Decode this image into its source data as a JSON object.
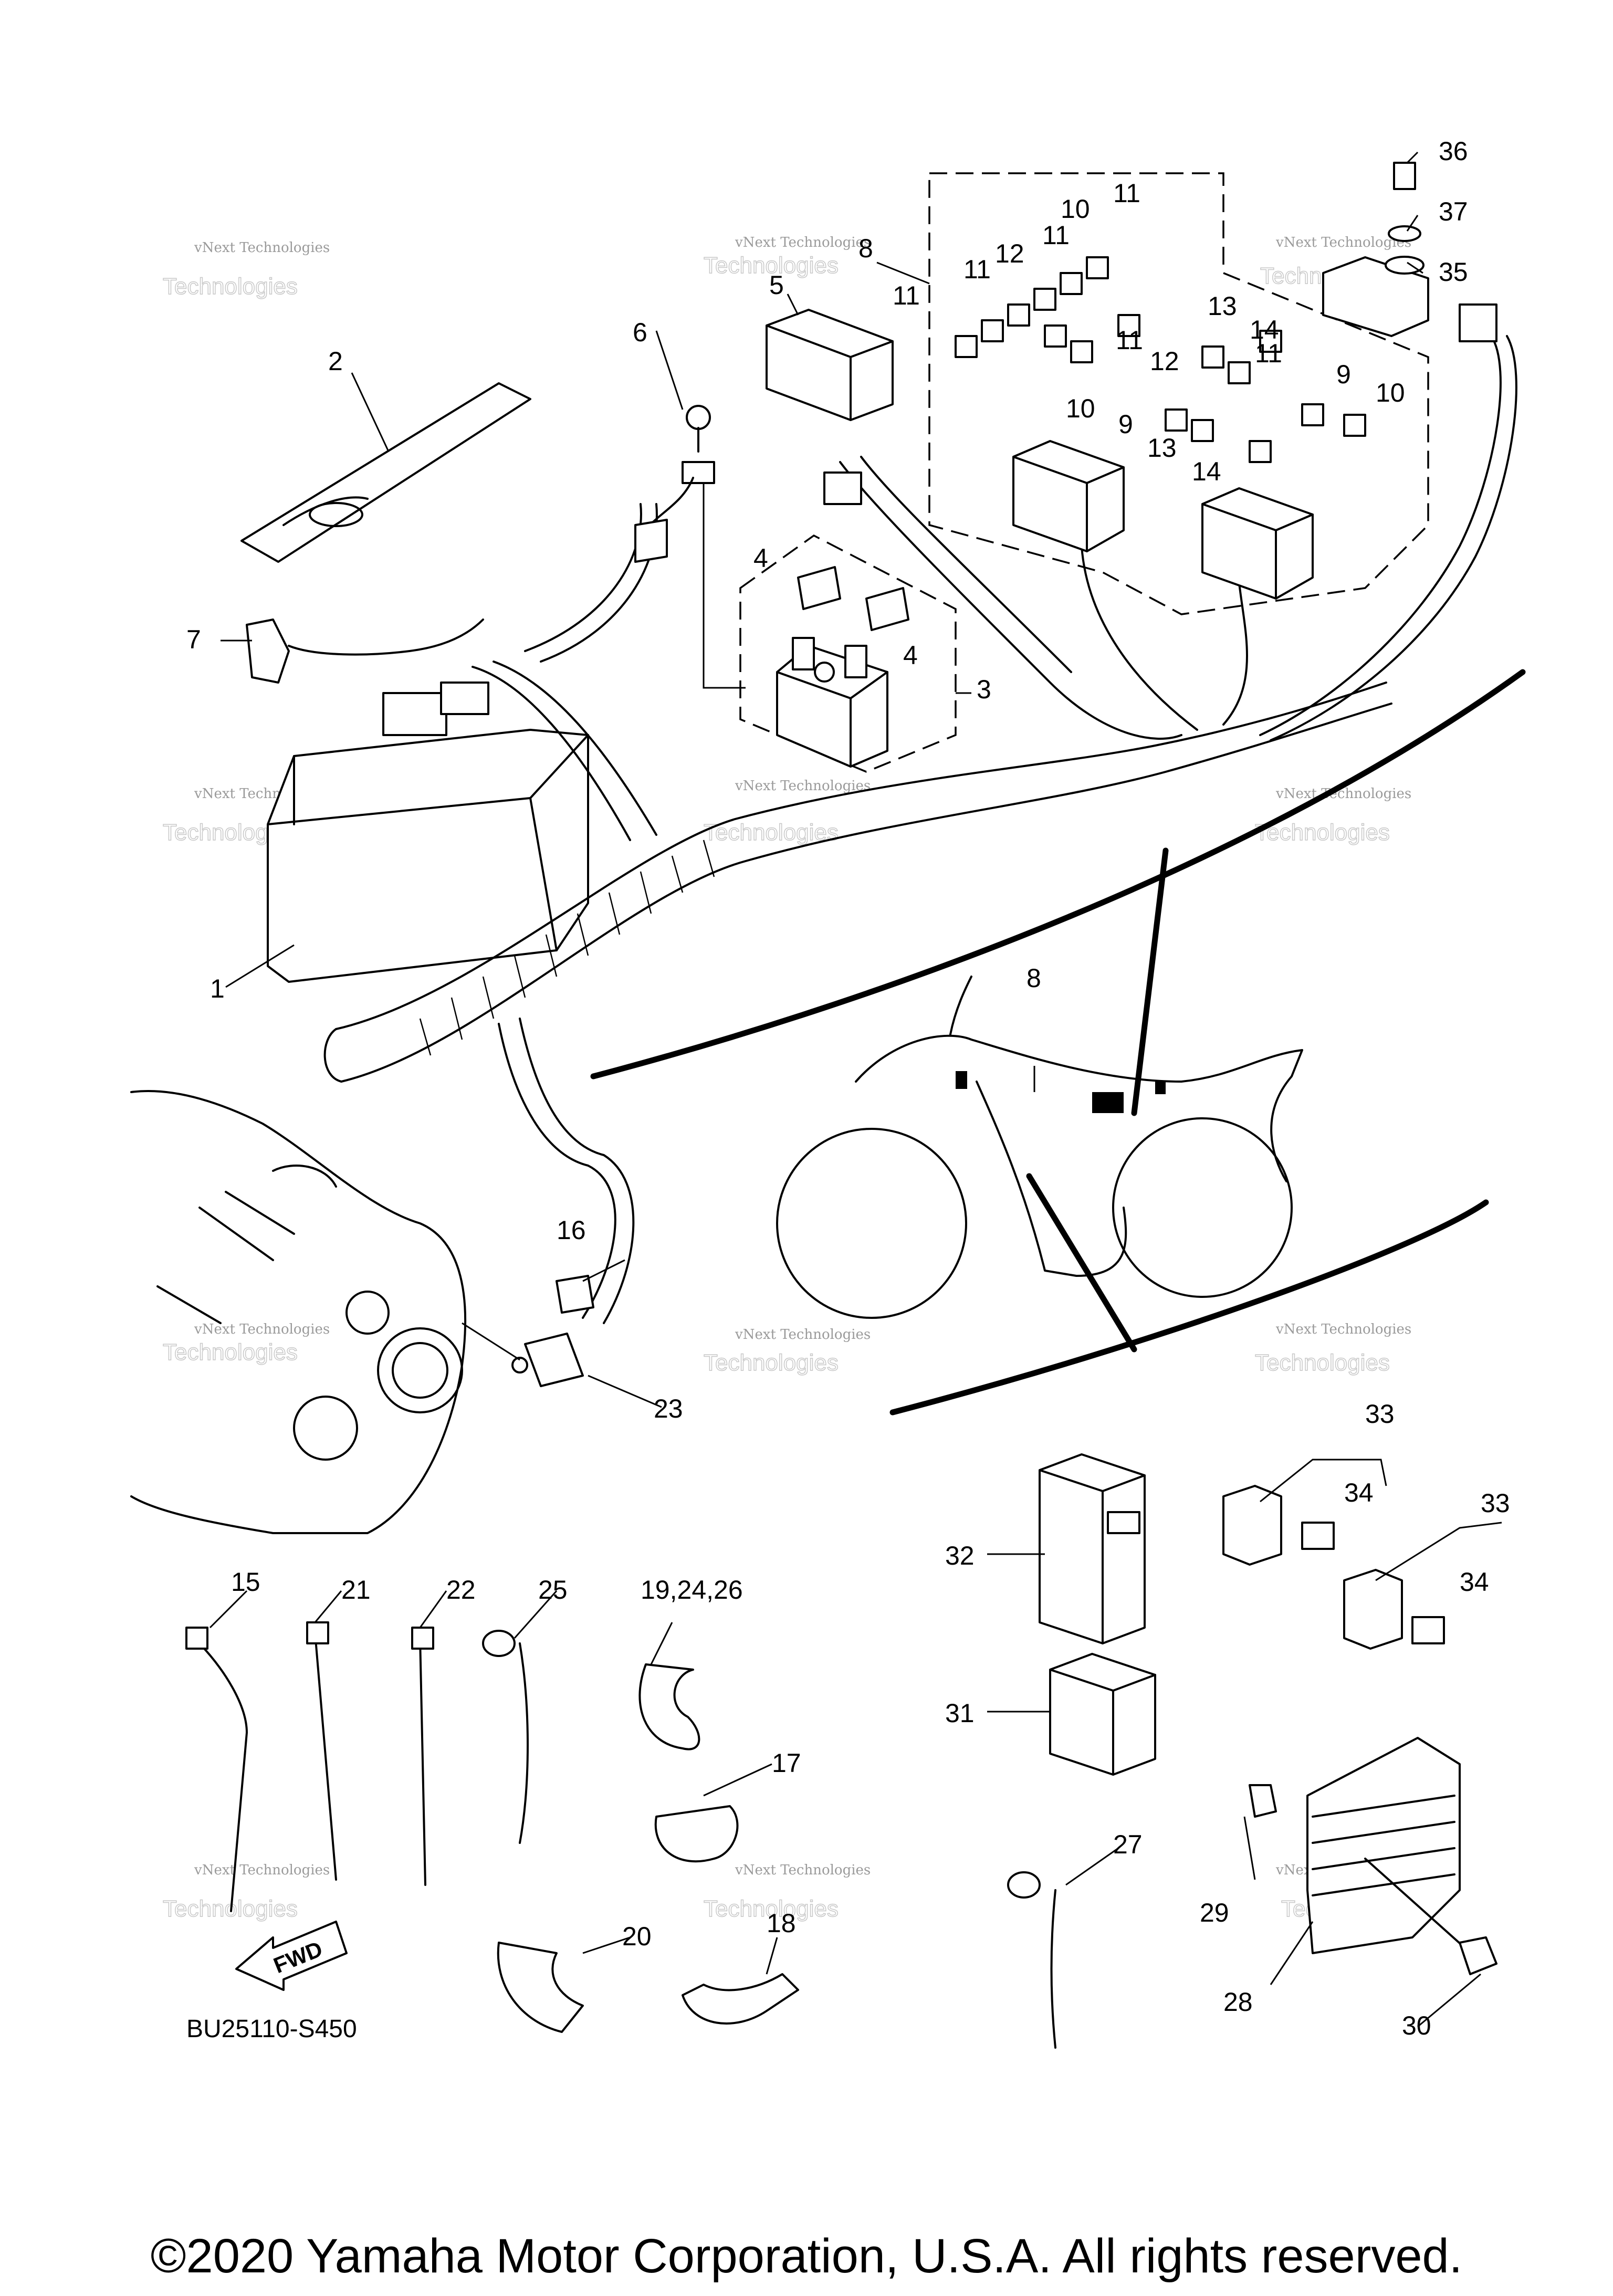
{
  "diagram_code": "BU25110-S450",
  "copyright": "©2020 Yamaha Motor Corporation, U.S.A. All rights reserved.",
  "watermark_line1": "vNext Technologies",
  "watermark_line2": "Technologies",
  "fwd_label": "FWD",
  "callouts": [
    "1",
    "2",
    "3",
    "4",
    "4",
    "5",
    "6",
    "7",
    "8",
    "8",
    "9",
    "9",
    "10",
    "10",
    "10",
    "11",
    "11",
    "11",
    "11",
    "11",
    "11",
    "12",
    "12",
    "13",
    "13",
    "14",
    "14",
    "15",
    "16",
    "17",
    "18",
    "19,24,26",
    "20",
    "21",
    "22",
    "23",
    "25",
    "27",
    "28",
    "29",
    "30",
    "31",
    "32",
    "33",
    "33",
    "34",
    "34",
    "35",
    "36",
    "37"
  ]
}
